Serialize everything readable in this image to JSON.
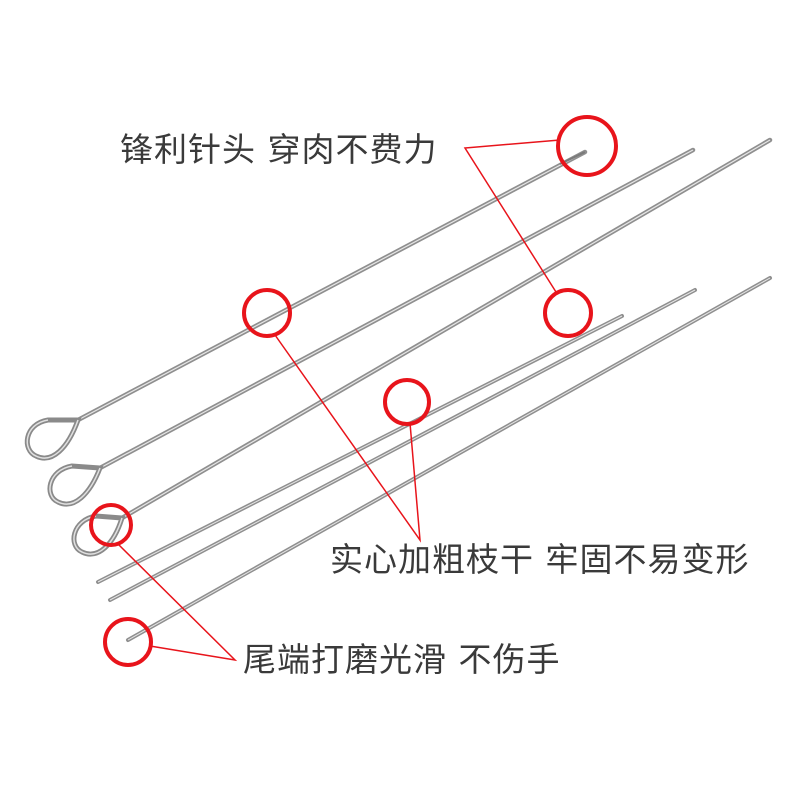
{
  "captions": {
    "tip": "锋利针头  穿肉不费力",
    "body": "实心加粗枝干  牢固不易变形",
    "end": "尾端打磨光滑  不伤手"
  },
  "colors": {
    "callout_circle": "#e8141b",
    "leader_line": "#e8141b",
    "skewer_metal": "#9a9a9a",
    "caption_text": "#3a3a3a"
  },
  "product": {
    "item": "stainless steel barbecue skewers",
    "count_with_loop_handle": 3,
    "count_straight": 3
  }
}
